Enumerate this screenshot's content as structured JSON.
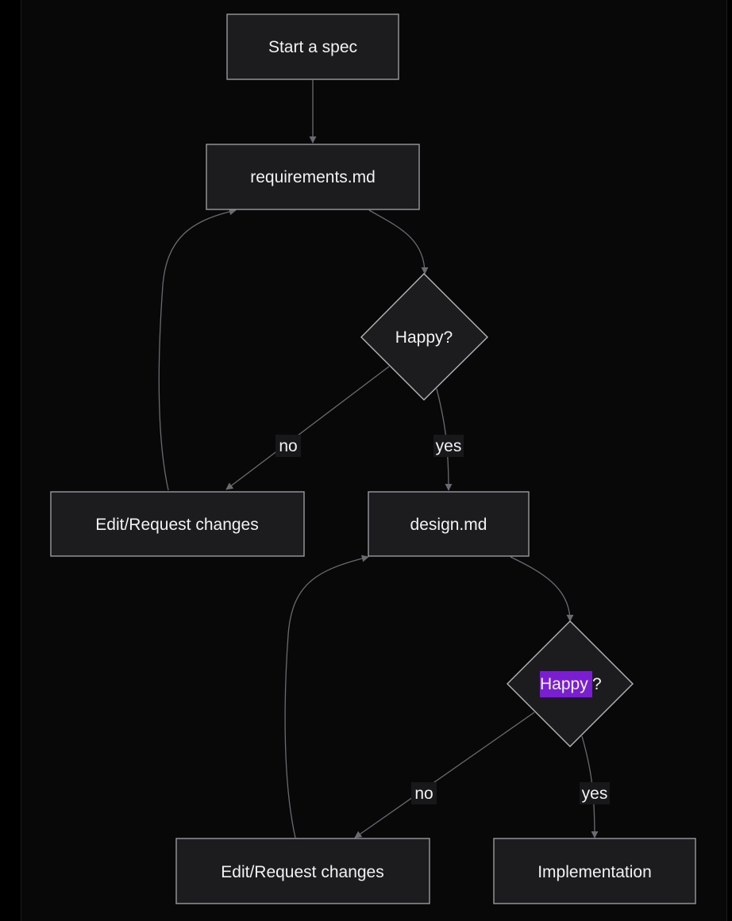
{
  "nodes": {
    "start": "Start a spec",
    "requirements": "requirements.md",
    "happy1": "Happy?",
    "edit1": "Edit/Request changes",
    "design": "design.md",
    "happy2_highlight": "Happy",
    "happy2_rest": "?",
    "edit2": "Edit/Request changes",
    "implementation": "Implementation"
  },
  "edges": {
    "no1": "no",
    "yes1": "yes",
    "no2": "no",
    "yes2": "yes"
  },
  "colors": {
    "background": "#080809",
    "node_fill": "#1c1c1f",
    "node_stroke": "#9a9a9e",
    "edge": "#6a6a70",
    "text": "#f2f2f4",
    "highlight": "#7a1fd0"
  }
}
